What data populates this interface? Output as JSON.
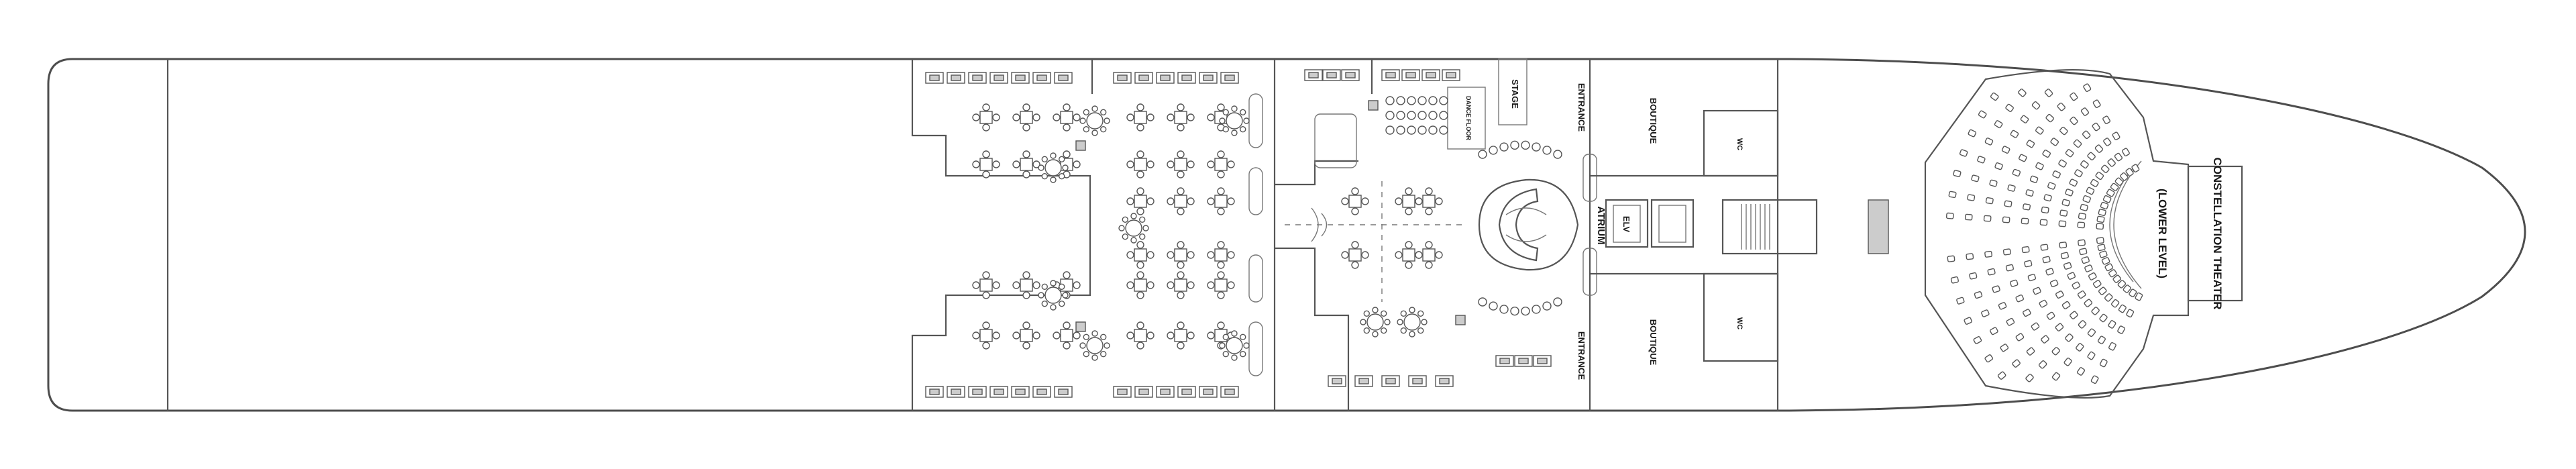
{
  "deck_plan": {
    "labels": {
      "constellation_theater": "CONSTELLATION THEATER",
      "lower_level": "(LOWER LEVEL)",
      "atrium": "ATRIUM",
      "elevator": "ELV",
      "entrance_port": "ENTRANCE",
      "entrance_starboard": "ENTRANCE",
      "boutique_port": "BOUTIQUE",
      "boutique_starboard": "BOUTIQUE",
      "wc_port": "WC",
      "wc_starboard": "WC",
      "stage": "STAGE",
      "dance_floor": "DANCE FLOOR"
    },
    "colors": {
      "outline": "#4d4d4d",
      "furniture": "#555555",
      "background": "#ffffff"
    }
  }
}
